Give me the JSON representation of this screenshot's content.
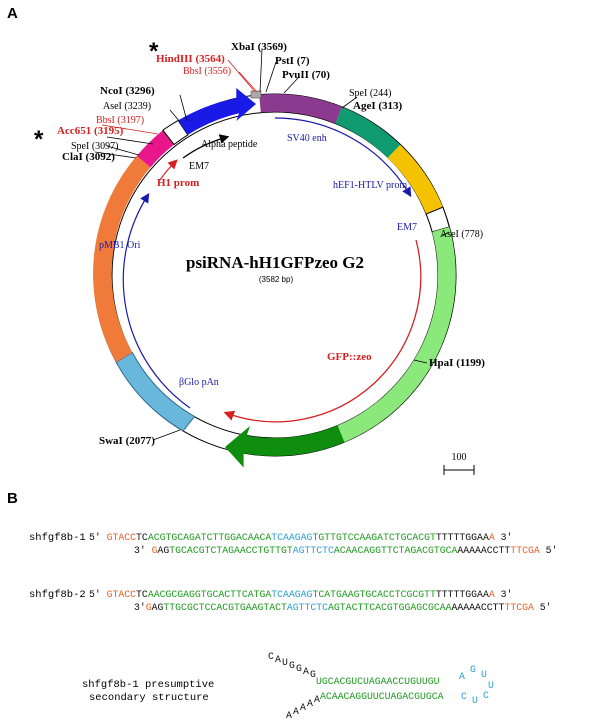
{
  "panels": {
    "a": "A",
    "b": "B"
  },
  "plasmid": {
    "name": "psiRNA-hH1GFPzeo G2",
    "size": "(3582 bp)",
    "scale_label": "100"
  },
  "sites": {
    "xbai": "XbaI (3569)",
    "hindiii": "HindIII (3564)",
    "bbsi_3556": "BbsI (3556)",
    "psti": "PstI (7)",
    "pvuii": "PvuII (70)",
    "spei_244": "SpeI (244)",
    "agei": "AgeI (313)",
    "ncoi": "NcoI (3296)",
    "asei_3239": "AseI (3239)",
    "bbsi_3197": "BbsI (3197)",
    "acc651": "Acc651 (3195)",
    "spei_3097": "SpeI (3097)",
    "clai": "ClaI (3092)",
    "asei_778": "AseI (778)",
    "hpai": "HpaI (1199)",
    "swai": "SwaI (2077)"
  },
  "features": {
    "alpha": "Alpha peptide",
    "em7_top": "EM7",
    "h1": "H1 prom",
    "sv40": "SV40 enh",
    "hef1": "hEF1-HTLV prom",
    "em7_right": "EM7",
    "pmb1": "pMB1 Ori",
    "gfp": "GFP::zeo",
    "bglo": "βGlo pAn"
  },
  "stars": [
    "*",
    "*"
  ],
  "seqs": {
    "s1": {
      "label": "shfgf8b-1",
      "l1": [
        {
          "t": "5' ",
          "c": "k"
        },
        {
          "t": "GTACC",
          "c": "o"
        },
        {
          "t": "TC",
          "c": "k"
        },
        {
          "t": "ACGTGCAGATCTTGGACAACA",
          "c": "g"
        },
        {
          "t": "TCAAGAG",
          "c": "b"
        },
        {
          "t": "TGTTGTCCAAGATCTGCACGT",
          "c": "g"
        },
        {
          "t": "TTTTTGGAA",
          "c": "k"
        },
        {
          "t": "A",
          "c": "o"
        },
        {
          "t": " 3'",
          "c": "k"
        }
      ],
      "l2": [
        {
          "t": "3' ",
          "c": "k"
        },
        {
          "t": "G",
          "c": "o"
        },
        {
          "t": "AG",
          "c": "k"
        },
        {
          "t": "TGCACGTCTAGAACCTGTTGT",
          "c": "g"
        },
        {
          "t": "AGTTCTC",
          "c": "b"
        },
        {
          "t": "ACAACAGGTTCTAGACGTGCA",
          "c": "g"
        },
        {
          "t": "AAAAACCTT",
          "c": "k"
        },
        {
          "t": "TTCGA",
          "c": "o"
        },
        {
          "t": " 5'",
          "c": "k"
        }
      ]
    },
    "s2": {
      "label": "shfgf8b-2",
      "l1": [
        {
          "t": "5' ",
          "c": "k"
        },
        {
          "t": "GTACC",
          "c": "o"
        },
        {
          "t": "TC",
          "c": "k"
        },
        {
          "t": "AACGCGAGGTGCACTTCATGA",
          "c": "g"
        },
        {
          "t": "TCAAGAG",
          "c": "b"
        },
        {
          "t": "TCATGAAGTGCACCTCGCGTT",
          "c": "g"
        },
        {
          "t": "TTTTTGGAA",
          "c": "k"
        },
        {
          "t": "A",
          "c": "o"
        },
        {
          "t": " 3'",
          "c": "k"
        }
      ],
      "l2": [
        {
          "t": "3'",
          "c": "k"
        },
        {
          "t": "G",
          "c": "o"
        },
        {
          "t": "AG",
          "c": "k"
        },
        {
          "t": "TTGCGCTCCACGTGAAGTACT",
          "c": "g"
        },
        {
          "t": "AGTTCTC",
          "c": "b"
        },
        {
          "t": "AGTACTTCACGTGGAGCGCAA",
          "c": "g"
        },
        {
          "t": "AAAAACCTT",
          "c": "k"
        },
        {
          "t": "TTCGA",
          "c": "o"
        },
        {
          "t": " 5'",
          "c": "k"
        }
      ]
    }
  },
  "hairpin": {
    "label1": "shfgf8b-1 presumptive",
    "label2": "secondary structure",
    "tail5": "CAUGGAG",
    "stem_top": "UGCACGUCUAGAACCUGUUGU",
    "stem_bot": "ACAACAGGUUCUAGACGUGCA",
    "tail3": "AAAAA",
    "loop": [
      "A",
      "G",
      "U",
      "U",
      "C",
      "U",
      "C"
    ]
  },
  "colors": {
    "o": "#e8622a",
    "g": "#1f9a1f",
    "b": "#2aa0d6",
    "k": "#111111",
    "red": "#d62020",
    "blue": "#1a1aa8",
    "loop": "#2aa0d6",
    "stem": "#1f9a1f"
  }
}
